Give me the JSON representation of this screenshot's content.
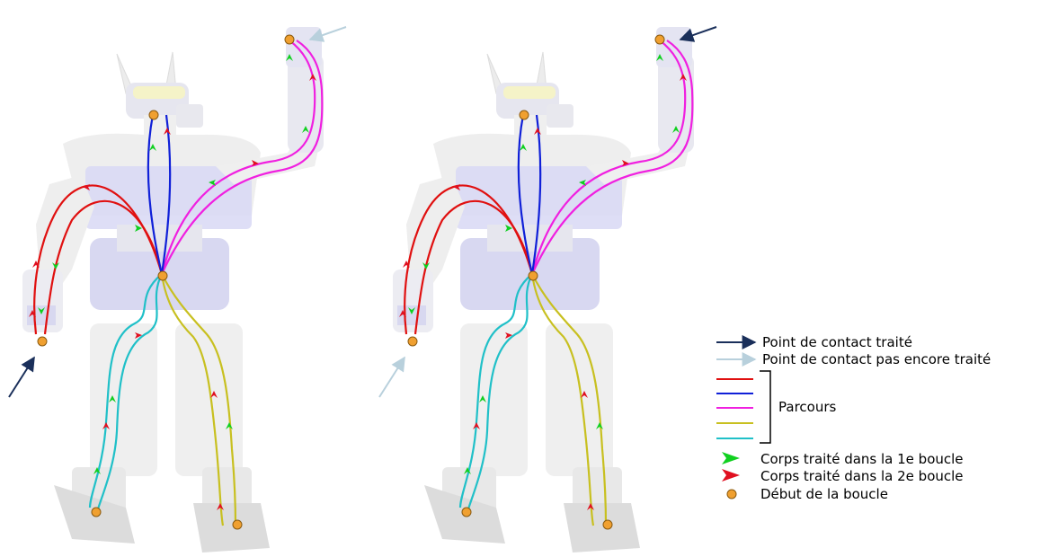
{
  "legend": {
    "contact_processed": "Point de contact traité",
    "contact_pending": "Point de contact pas encore traité",
    "paths_label": "Parcours",
    "body_loop1": "Corps traité dans la 1e boucle",
    "body_loop2": "Corps traité dans la 2e boucle",
    "loop_start": "Début de la boucle"
  },
  "colors": {
    "red": "#e01010",
    "blue": "#1020d8",
    "magenta": "#f020e0",
    "yellow": "#c8c020",
    "cyan": "#20c0c8",
    "green_marker": "#10d020",
    "red_marker": "#e01020",
    "processed_arrow": "#1a2f5a",
    "pending_arrow": "#b8d0dc",
    "loop_start_fill": "#f0a030"
  },
  "icons": {
    "processed_arrow": "dark-arrow-icon",
    "pending_arrow": "light-arrow-icon",
    "green_marker": "green-chevron-icon",
    "red_marker": "red-chevron-icon",
    "loop_start": "orange-dot-icon"
  }
}
